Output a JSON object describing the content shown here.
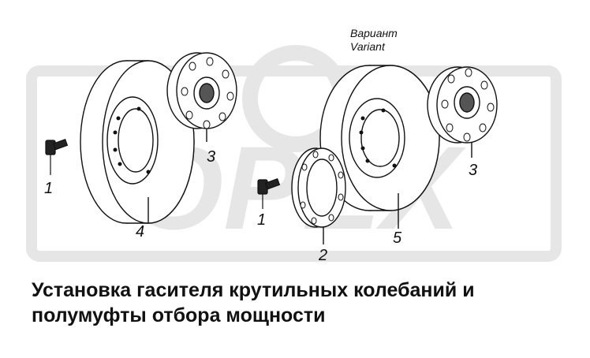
{
  "variant": {
    "ru": "Вариант",
    "en": "Variant"
  },
  "callouts": [
    "1",
    "3",
    "4",
    "1",
    "2",
    "5",
    "3"
  ],
  "caption": {
    "line1": "Установка гасителя крутильных колебаний и",
    "line2": "полумуфты отбора мощности"
  },
  "colors": {
    "watermark": "#e6e6e6",
    "ink": "#111111"
  }
}
